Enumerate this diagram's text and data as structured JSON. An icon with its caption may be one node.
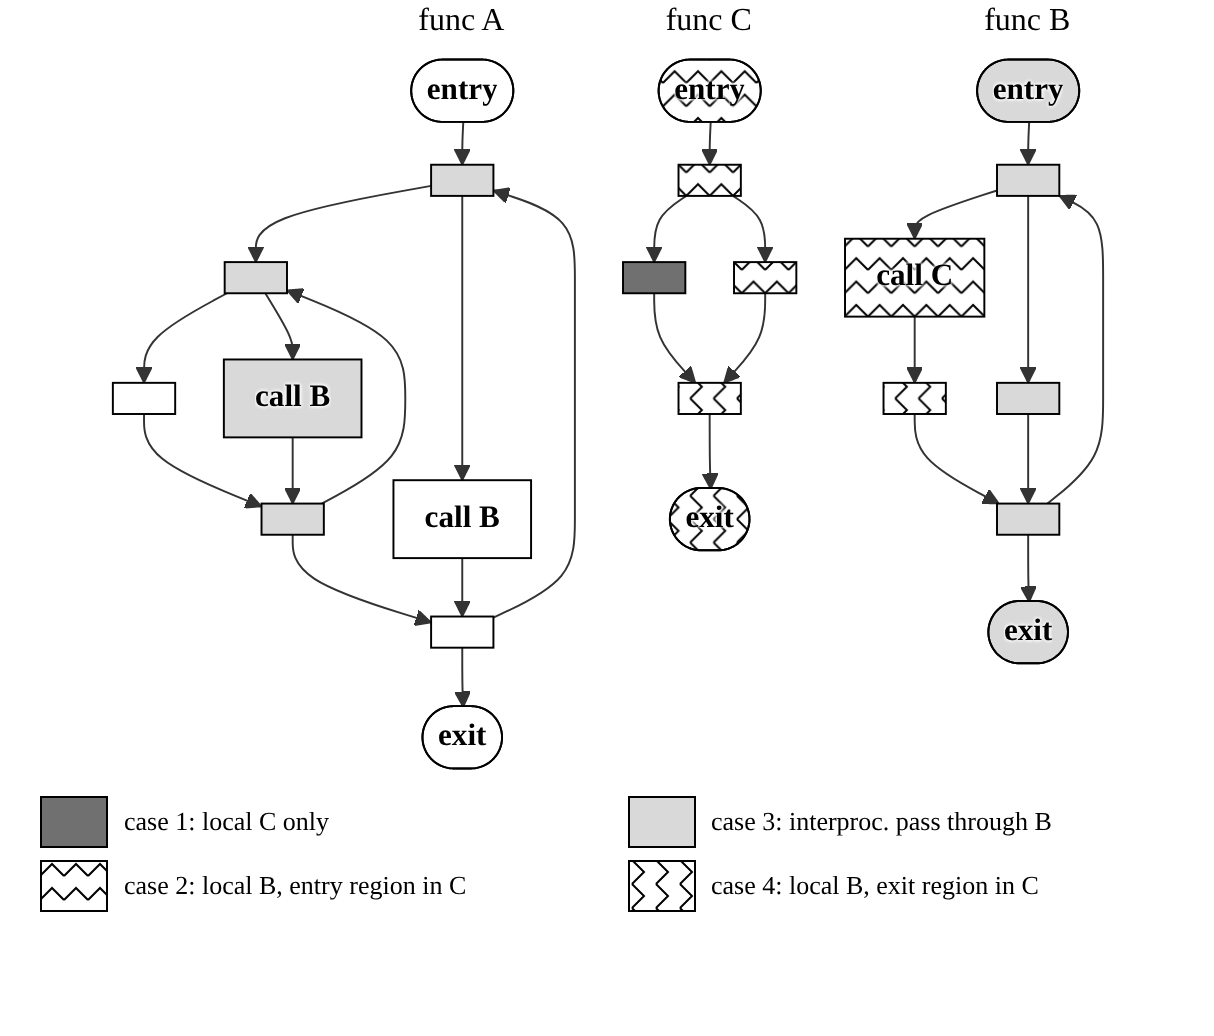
{
  "diagram": {
    "nodes": [
      {
        "text": [
          "entry"
        ]
      },
      {
        "text": [],
        "shape": "box"
      },
      {
        "text": [
          "call B"
        ]
      },
      {
        "text": [],
        "shape": "box"
      },
      {
        "text": [],
        "shape": "box"
      },
      {
        "text": [
          "call B"
        ]
      },
      {
        "text": [],
        "shape": "box"
      },
      {
        "text": [],
        "shape": "box"
      },
      {
        "text": [
          "exit"
        ]
      },
      {
        "text": [
          "entry"
        ]
      },
      {
        "text": [],
        "shape": "box"
      },
      {
        "text": [
          "call C"
        ]
      },
      {
        "text": [],
        "shape": "box"
      },
      {
        "text": [],
        "shape": "box"
      },
      {
        "text": [],
        "shape": "box"
      },
      {
        "text": [
          "exit"
        ]
      },
      {
        "text": [
          "entry"
        ]
      },
      {
        "text": [],
        "shape": "box"
      },
      {
        "text": [],
        "shape": "box"
      },
      {
        "text": [],
        "shape": "box"
      },
      {
        "text": [],
        "shape": "box"
      },
      {
        "text": [
          "exit"
        ]
      }
    ],
    "edges": [
      {
        "from": 0,
        "to": 1,
        "arrow": "to"
      },
      {
        "from": 1,
        "to": 2,
        "arrow": "to"
      },
      {
        "from": 1,
        "to": 3,
        "arrow": "to"
      },
      {
        "from": 3,
        "to": 4,
        "arrow": "to"
      },
      {
        "from": 3,
        "to": 5,
        "arrow": "to"
      },
      {
        "from": 4,
        "to": 6,
        "arrow": "to"
      },
      {
        "from": 5,
        "to": 6,
        "arrow": "to"
      },
      {
        "from": 6,
        "to": 3,
        "arrow": "to"
      },
      {
        "from": 6,
        "to": 7,
        "arrow": "to"
      },
      {
        "from": 2,
        "to": 7,
        "arrow": "to"
      },
      {
        "from": 7,
        "to": 1,
        "arrow": "to"
      },
      {
        "from": 7,
        "to": 8,
        "arrow": "to"
      },
      {
        "from": 9,
        "to": 10,
        "arrow": "to"
      },
      {
        "from": 10,
        "to": 11,
        "arrow": "to"
      },
      {
        "from": 10,
        "to": 13,
        "arrow": "to"
      },
      {
        "from": 11,
        "to": 12,
        "arrow": "to"
      },
      {
        "from": 12,
        "to": 14,
        "arrow": "to"
      },
      {
        "from": 13,
        "to": 14,
        "arrow": "to"
      },
      {
        "from": 14,
        "to": 10,
        "arrow": "to"
      },
      {
        "from": 14,
        "to": 15,
        "arrow": "to"
      },
      {
        "from": 16,
        "to": 17,
        "arrow": "to"
      },
      {
        "from": 17,
        "to": 18,
        "arrow": "to"
      },
      {
        "from": 17,
        "to": 19,
        "arrow": "to"
      },
      {
        "from": 18,
        "to": 20,
        "arrow": "to"
      },
      {
        "from": 19,
        "to": 20,
        "arrow": "to"
      },
      {
        "from": 20,
        "to": 21,
        "arrow": "to"
      }
    ],
    "labels": [
      "func A",
      "func B",
      "func C"
    ],
    "legend": [
      {
        "text": "case 1: local C only",
        "color": "#707070"
      },
      {
        "text": "case 3: interproc. pass through B",
        "color": "#d9d9d9"
      },
      {
        "text": "case 2: local B, entry region in C"
      },
      {
        "text": "case 4: local B, exit region in C"
      }
    ]
  }
}
